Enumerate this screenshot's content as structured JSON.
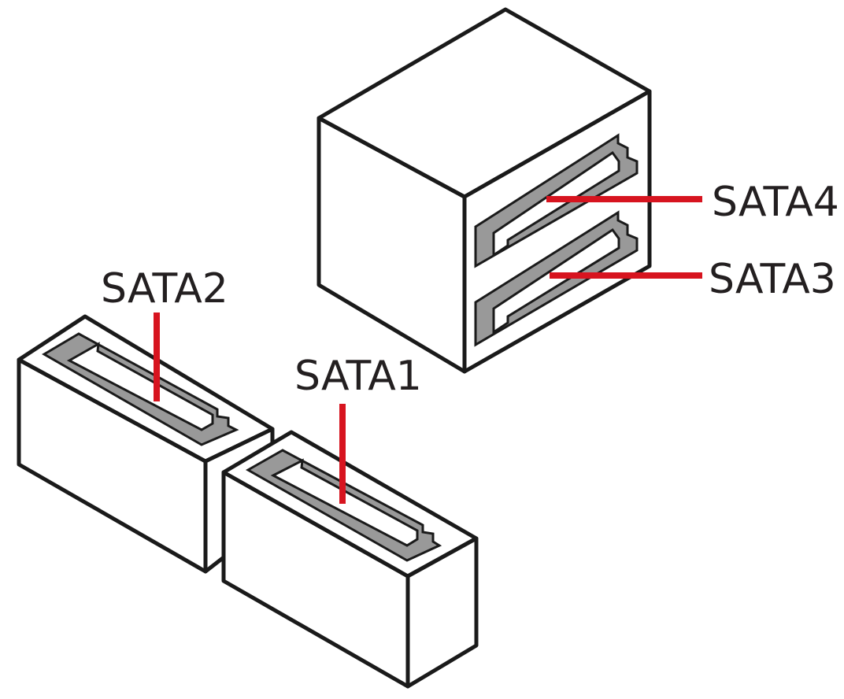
{
  "diagram": {
    "colors": {
      "outline": "#1a1a1a",
      "connector_slot": "#999999",
      "leader_line": "#d7141f",
      "label_text": "#231f20",
      "background": "#ffffff"
    },
    "ports": [
      {
        "id": "sata4",
        "label": "SATA4"
      },
      {
        "id": "sata3",
        "label": "SATA3"
      },
      {
        "id": "sata2",
        "label": "SATA2"
      },
      {
        "id": "sata1",
        "label": "SATA1"
      }
    ]
  }
}
